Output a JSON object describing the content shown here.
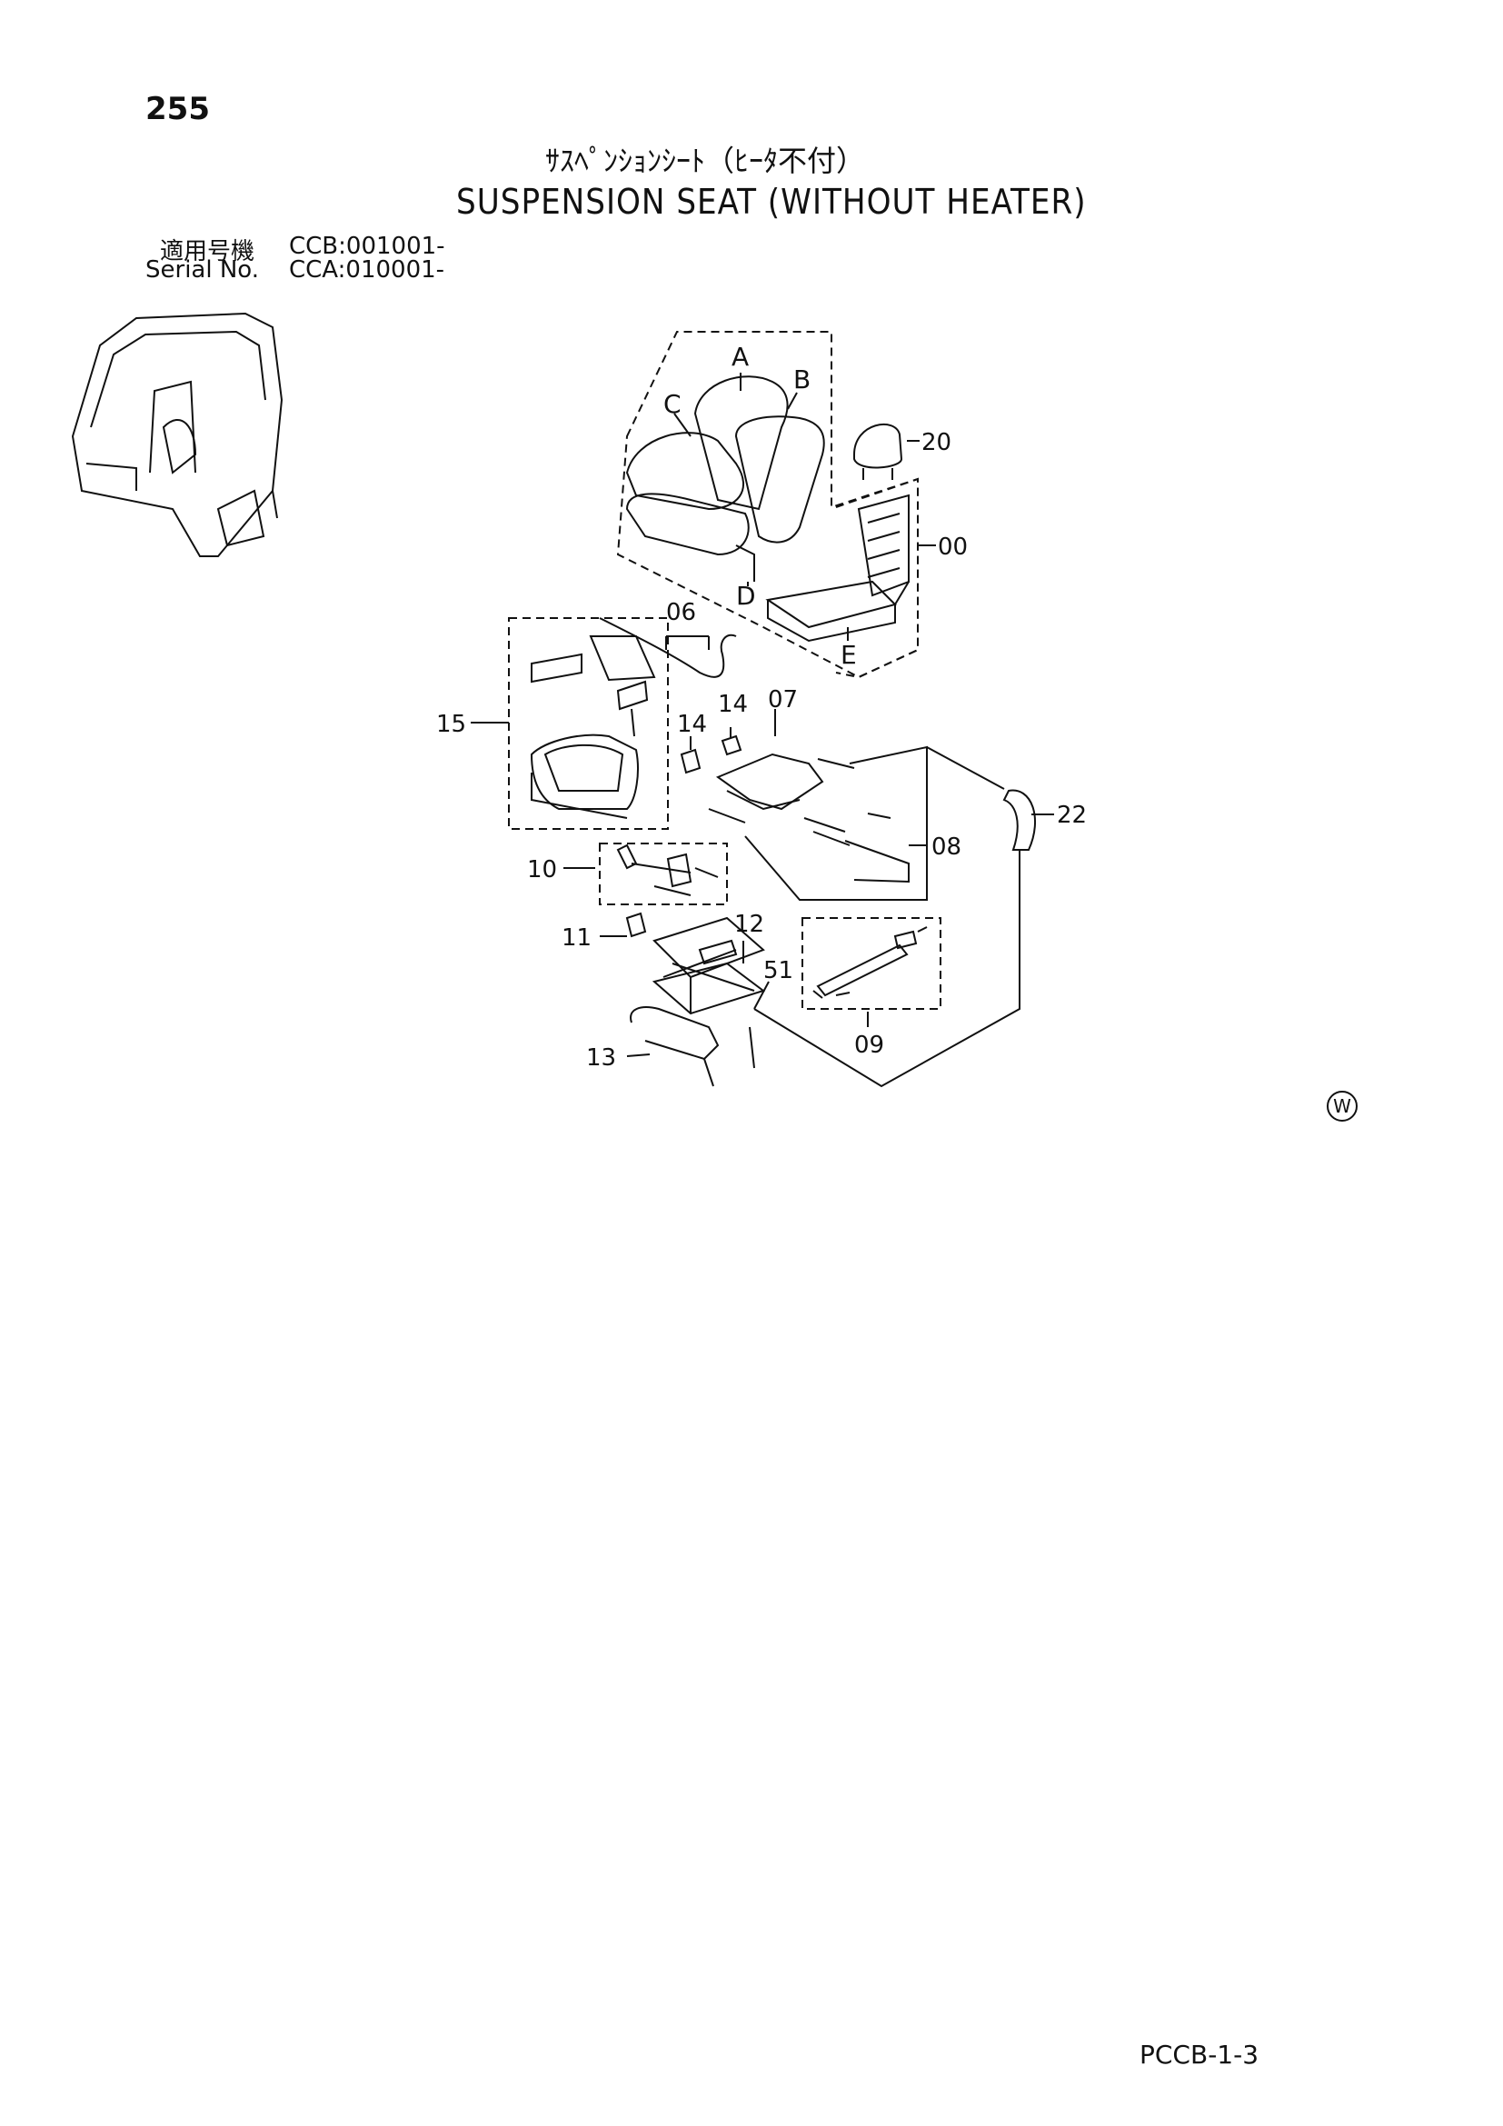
{
  "page_number": "255",
  "title_jp": "ｻｽﾍﾟﾝｼｮﾝｼｰﾄ（ﾋｰﾀ不付）",
  "title_en": "SUSPENSION SEAT (WITHOUT HEATER)",
  "serial": {
    "jp_label": "適用号機",
    "jp_value": "CCB:001001-",
    "en_label": "Serial No.",
    "en_value": "CCA:010001-"
  },
  "callouts": {
    "A": "A",
    "B": "B",
    "C": "C",
    "D": "D",
    "E": "E",
    "p20": "20",
    "p00": "00",
    "p06": "06",
    "p15": "15",
    "p14a": "14",
    "p14b": "14",
    "p07": "07",
    "p08": "08",
    "p22": "22",
    "p10": "10",
    "p11": "11",
    "p12": "12",
    "p51": "51",
    "p09": "09",
    "p13": "13"
  },
  "icons": {
    "cab": "excavator-cab-icon",
    "w_mark": "W"
  },
  "document_code": "PCCB-1-3"
}
